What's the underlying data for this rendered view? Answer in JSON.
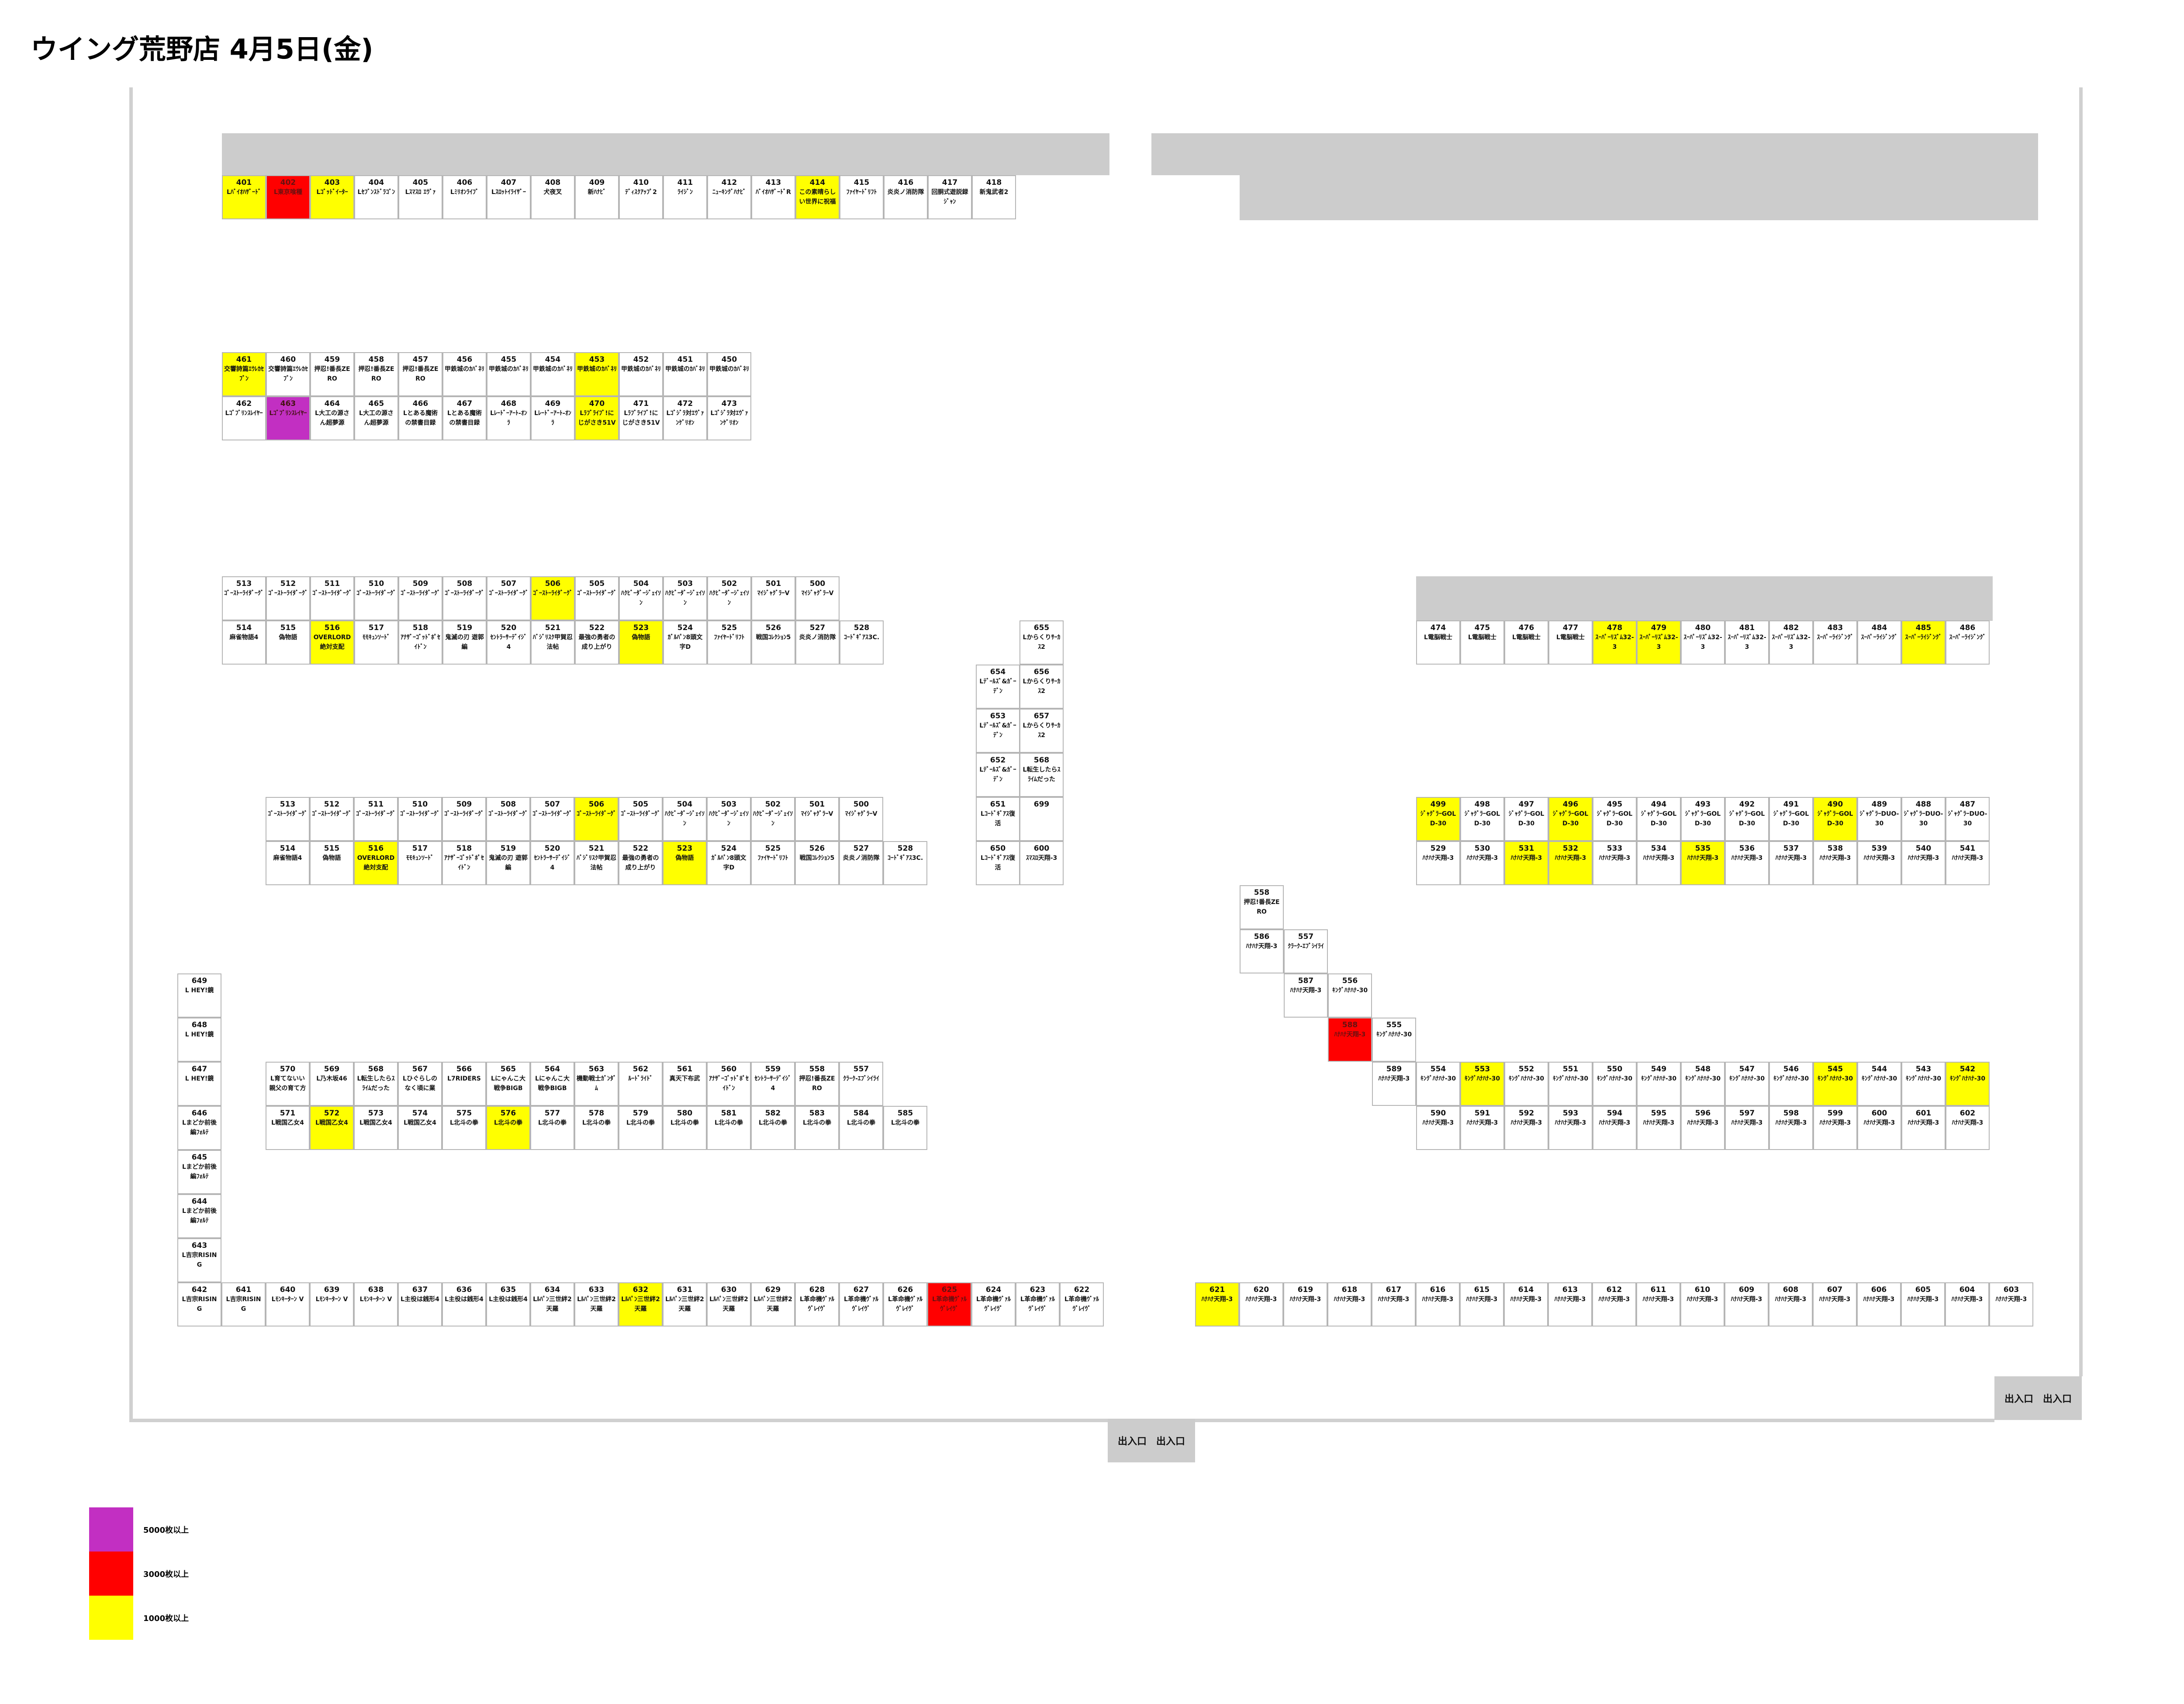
{
  "title": "ウイング荒野店 4月5日(金)",
  "exit_label": "出入口　出入口",
  "legend": [
    {
      "label": "5000枚以上",
      "color": "#c22fc2"
    },
    {
      "label": "3000枚以上",
      "color": "#ff0000"
    },
    {
      "label": "1000枚以上",
      "color": "#ffff00"
    }
  ],
  "colors": {
    "y": "#ffff00",
    "r": "#ff0000",
    "p": "#c22fc2"
  },
  "machines": [
    {
      "n": "401",
      "t": "Lﾊﾞｲｵﾊｻﾞｰﾄﾞ",
      "c": "y"
    },
    {
      "n": "402",
      "t": "L東京喰種",
      "c": "r"
    },
    {
      "n": "403",
      "t": "Lｺﾞｯﾄﾞｲｰﾀｰ",
      "c": "y"
    },
    {
      "n": "404",
      "t": "Lｾﾌﾞﾝｽﾄﾞﾗｺﾞﾝ"
    },
    {
      "n": "405",
      "t": "Lｽﾏｽﾛ ｴｳﾞｧ"
    },
    {
      "n": "406",
      "t": "Lﾐﾘｵﾝﾗｲﾌﾞ"
    },
    {
      "n": "407",
      "t": "Lｽﾛｯﾄｲﾗｲｻﾞｰ"
    },
    {
      "n": "408",
      "t": "犬夜叉"
    },
    {
      "n": "409",
      "t": "新ﾊﾅﾋﾞ"
    },
    {
      "n": "410",
      "t": "ﾃﾞｨｽｸｱｯﾌﾟ2"
    },
    {
      "n": "411",
      "t": "ﾗｲｼﾞﾝ"
    },
    {
      "n": "412",
      "t": "ﾆｭｰｷﾝｸﾞﾊﾅﾋﾞ"
    },
    {
      "n": "413",
      "t": "ﾊﾞｲｵﾊｻﾞｰﾄﾞR"
    },
    {
      "n": "414",
      "t": "この素晴らしい世界に祝福",
      "c": "y"
    },
    {
      "n": "415",
      "t": "ﾌｧｲﾔｰﾄﾞﾘﾌﾄ"
    },
    {
      "n": "416",
      "t": "炎炎ノ消防隊"
    },
    {
      "n": "417",
      "t": "回胴式遊説録ｼﾞｬﾝ"
    },
    {
      "n": "418",
      "t": "新鬼武者2"
    },
    {
      "n": "461",
      "t": "交響詩篇ｴｳﾚｶｾﾌﾞﾝ",
      "c": "y"
    },
    {
      "n": "460",
      "t": "交響詩篇ｴｳﾚｶｾﾌﾞﾝ"
    },
    {
      "n": "459",
      "t": "押忍!番長ZERO"
    },
    {
      "n": "458",
      "t": "押忍!番長ZERO"
    },
    {
      "n": "457",
      "t": "押忍!番長ZERO"
    },
    {
      "n": "456",
      "t": "甲鉄城のｶﾊﾞﾈﾘ"
    },
    {
      "n": "455",
      "t": "甲鉄城のｶﾊﾞﾈﾘ"
    },
    {
      "n": "454",
      "t": "甲鉄城のｶﾊﾞﾈﾘ"
    },
    {
      "n": "453",
      "t": "甲鉄城のｶﾊﾞﾈﾘ",
      "c": "y"
    },
    {
      "n": "452",
      "t": "甲鉄城のｶﾊﾞﾈﾘ"
    },
    {
      "n": "451",
      "t": "甲鉄城のｶﾊﾞﾈﾘ"
    },
    {
      "n": "450",
      "t": "甲鉄城のｶﾊﾞﾈﾘ"
    },
    {
      "n": "462",
      "t": "Lｺﾞﾌﾞﾘﾝｽﾚｲﾔｰ"
    },
    {
      "n": "463",
      "t": "Lｺﾞﾌﾞﾘﾝｽﾚｲﾔｰ",
      "c": "p"
    },
    {
      "n": "464",
      "t": "L大工の源さん超夢源"
    },
    {
      "n": "465",
      "t": "L大工の源さん超夢源"
    },
    {
      "n": "466",
      "t": "Lとある魔術の禁書目録"
    },
    {
      "n": "467",
      "t": "Lとある魔術の禁書目録"
    },
    {
      "n": "468",
      "t": "Lﾚｰﾄﾞｰｱｰﾄ-ｵﾝﾗ"
    },
    {
      "n": "469",
      "t": "Lﾚｰﾄﾞｰｱｰﾄ-ｵﾝﾗ"
    },
    {
      "n": "470",
      "t": "Lﾗﾌﾞﾗｲﾌﾞ!にじがさき51V",
      "c": "y"
    },
    {
      "n": "471",
      "t": "Lﾗﾌﾞﾗｲﾌﾞ!にじがさき51V"
    },
    {
      "n": "472",
      "t": "Lｺﾞｼﾞﾗ対ｴｳﾞｧﾝｹﾞﾘｵﾝ"
    },
    {
      "n": "473",
      "t": "Lｺﾞｼﾞﾗ対ｴｳﾞｧﾝｹﾞﾘｵﾝ"
    },
    {
      "n": "513",
      "t": "ｺﾞｰｽﾄｰﾗｲﾀﾞｰｸﾞ"
    },
    {
      "n": "512",
      "t": "ｺﾞｰｽﾄｰﾗｲﾀﾞｰｸﾞ"
    },
    {
      "n": "511",
      "t": "ｺﾞｰｽﾄｰﾗｲﾀﾞｰｸﾞ"
    },
    {
      "n": "510",
      "t": "ｺﾞｰｽﾄｰﾗｲﾀﾞｰｸﾞ"
    },
    {
      "n": "509",
      "t": "ｺﾞｰｽﾄｰﾗｲﾀﾞｰｸﾞ"
    },
    {
      "n": "508",
      "t": "ｺﾞｰｽﾄｰﾗｲﾀﾞｰｸﾞ"
    },
    {
      "n": "507",
      "t": "ｺﾞｰｽﾄｰﾗｲﾀﾞｰｸﾞ"
    },
    {
      "n": "506",
      "t": "ｺﾞｰｽﾄｰﾗｲﾀﾞｰｸﾞ",
      "c": "y"
    },
    {
      "n": "505",
      "t": "ｺﾞｰｽﾄｰﾗｲﾀﾞｰｸﾞ"
    },
    {
      "n": "504",
      "t": "ﾊｸﾋﾞｰﾀﾞｰｼﾞｪｲｿﾝ"
    },
    {
      "n": "503",
      "t": "ﾊｸﾋﾞｰﾀﾞｰｼﾞｪｲｿﾝ"
    },
    {
      "n": "502",
      "t": "ﾊｸﾋﾞｰﾀﾞｰｼﾞｪｲｿﾝ"
    },
    {
      "n": "501",
      "t": "ﾏｲｼﾞｬｸﾞﾗｰV"
    },
    {
      "n": "500",
      "t": "ﾏｲｼﾞｬｸﾞﾗｰV"
    },
    {
      "n": "514",
      "t": "麻雀物語4"
    },
    {
      "n": "515",
      "t": "偽物語"
    },
    {
      "n": "516",
      "t": "OVERLORD絶対支配",
      "c": "y"
    },
    {
      "n": "517",
      "t": "ﾓﾓｷｭﾝｿｰﾄﾞ"
    },
    {
      "n": "518",
      "t": "ｱﾅｻﾞｰｺﾞｯﾄﾞﾎﾟｾｲﾄﾞﾝ"
    },
    {
      "n": "519",
      "t": "鬼滅の刃 遊郭編"
    },
    {
      "n": "520",
      "t": "ｾﾝﾄﾗｰｻｰﾃﾞｲｼﾞ4"
    },
    {
      "n": "521",
      "t": "ﾊﾞｼﾞﾘｽｸ甲賀忍法帖"
    },
    {
      "n": "522",
      "t": "最強の勇者の成り上がり"
    },
    {
      "n": "523",
      "t": "偽物語",
      "c": "y"
    },
    {
      "n": "524",
      "t": "ｶﾞﾙﾊﾟﾝ8頭文字D"
    },
    {
      "n": "525",
      "t": "ﾌｧｲﾔｰﾄﾞﾘﾌﾄ"
    },
    {
      "n": "526",
      "t": "戦国ｺﾚｸｼｮﾝ5"
    },
    {
      "n": "527",
      "t": "炎炎ノ消防隊"
    },
    {
      "n": "528",
      "t": "ｺｰﾄﾞｷﾞｱｽ3C."
    },
    {
      "n": "655",
      "t": "Lからくりｻｰｶｽ2"
    },
    {
      "n": "654",
      "t": "Lﾃﾞｰﾙｽﾞ&ｶﾞｰﾃﾞﾝ"
    },
    {
      "n": "656",
      "t": "Lからくりｻｰｶｽ2"
    },
    {
      "n": "653",
      "t": "Lﾃﾞｰﾙｽﾞ&ｶﾞｰﾃﾞﾝ"
    },
    {
      "n": "657",
      "t": "Lからくりｻｰｶｽ2"
    },
    {
      "n": "652",
      "t": "Lﾃﾞｰﾙｽﾞ&ｶﾞｰﾃﾞﾝ"
    },
    {
      "n": "568",
      "t": "L転生したらｽﾗｲﾑだった"
    },
    {
      "n": "651",
      "t": "Lｺｰﾄﾞｷﾞｱｽ復活"
    },
    {
      "n": "699",
      "t": ""
    },
    {
      "n": "650",
      "t": "Lｺｰﾄﾞｷﾞｱｽ復活"
    },
    {
      "n": "600",
      "t": "ｽﾏｽﾛ天翔-3"
    },
    {
      "n": "474",
      "t": "L電脳戦士"
    },
    {
      "n": "475",
      "t": "L電脳戦士"
    },
    {
      "n": "476",
      "t": "L電脳戦士"
    },
    {
      "n": "477",
      "t": "L電脳戦士"
    },
    {
      "n": "478",
      "t": "ｽｰﾊﾟｰﾘｽﾞﾑ32-3",
      "c": "y"
    },
    {
      "n": "479",
      "t": "ｽｰﾊﾟｰﾘｽﾞﾑ32-3",
      "c": "y"
    },
    {
      "n": "480",
      "t": "ｽｰﾊﾟｰﾘｽﾞﾑ32-3"
    },
    {
      "n": "481",
      "t": "ｽｰﾊﾟｰﾘｽﾞﾑ32-3"
    },
    {
      "n": "482",
      "t": "ｽｰﾊﾟｰﾘｽﾞﾑ32-3"
    },
    {
      "n": "483",
      "t": "ｽｰﾊﾟｰﾗｲｼﾞﾝｸﾞ"
    },
    {
      "n": "484",
      "t": "ｽｰﾊﾟｰﾗｲｼﾞﾝｸﾞ"
    },
    {
      "n": "485",
      "t": "ｽｰﾊﾟｰﾗｲｼﾞﾝｸﾞ",
      "c": "y"
    },
    {
      "n": "486",
      "t": "ｽｰﾊﾟｰﾗｲｼﾞﾝｸﾞ"
    },
    {
      "n": "499",
      "t": "ｼﾞｬｸﾞﾗｰGOLD-30",
      "c": "y"
    },
    {
      "n": "498",
      "t": "ｼﾞｬｸﾞﾗｰGOLD-30"
    },
    {
      "n": "497",
      "t": "ｼﾞｬｸﾞﾗｰGOLD-30"
    },
    {
      "n": "496",
      "t": "ｼﾞｬｸﾞﾗｰGOLD-30",
      "c": "y"
    },
    {
      "n": "495",
      "t": "ｼﾞｬｸﾞﾗｰGOLD-30"
    },
    {
      "n": "494",
      "t": "ｼﾞｬｸﾞﾗｰGOLD-30"
    },
    {
      "n": "493",
      "t": "ｼﾞｬｸﾞﾗｰGOLD-30"
    },
    {
      "n": "492",
      "t": "ｼﾞｬｸﾞﾗｰGOLD-30"
    },
    {
      "n": "491",
      "t": "ｼﾞｬｸﾞﾗｰGOLD-30"
    },
    {
      "n": "490",
      "t": "ｼﾞｬｸﾞﾗｰGOLD-30",
      "c": "y"
    },
    {
      "n": "489",
      "t": "ｼﾞｬｸﾞﾗｰDUO-30"
    },
    {
      "n": "488",
      "t": "ｼﾞｬｸﾞﾗｰDUO-30"
    },
    {
      "n": "487",
      "t": "ｼﾞｬｸﾞﾗｰDUO-30"
    },
    {
      "n": "529",
      "t": "ﾊﾅﾊﾅ天翔-3"
    },
    {
      "n": "530",
      "t": "ﾊﾅﾊﾅ天翔-3"
    },
    {
      "n": "531",
      "t": "ﾊﾅﾊﾅ天翔-3",
      "c": "y"
    },
    {
      "n": "532",
      "t": "ﾊﾅﾊﾅ天翔-3",
      "c": "y"
    },
    {
      "n": "533",
      "t": "ﾊﾅﾊﾅ天翔-3"
    },
    {
      "n": "534",
      "t": "ﾊﾅﾊﾅ天翔-3"
    },
    {
      "n": "535",
      "t": "ﾊﾅﾊﾅ天翔-3",
      "c": "y"
    },
    {
      "n": "536",
      "t": "ﾊﾅﾊﾅ天翔-3"
    },
    {
      "n": "537",
      "t": "ﾊﾅﾊﾅ天翔-3"
    },
    {
      "n": "538",
      "t": "ﾊﾅﾊﾅ天翔-3"
    },
    {
      "n": "539",
      "t": "ﾊﾅﾊﾅ天翔-3"
    },
    {
      "n": "540",
      "t": "ﾊﾅﾊﾅ天翔-3"
    },
    {
      "n": "541",
      "t": "ﾊﾅﾊﾅ天翔-3"
    },
    {
      "n": "558",
      "t": "押忍!番長ZERO"
    },
    {
      "n": "586",
      "t": "ﾊﾅﾊﾅ天翔-3"
    },
    {
      "n": "557",
      "t": "ｸﾗｰｸ-ｴﾌﾞｼｲﾗｲ"
    },
    {
      "n": "587",
      "t": "ﾊﾅﾊﾅ天翔-3"
    },
    {
      "n": "556",
      "t": "ｷﾝｸﾞﾊﾅﾊﾅ-30"
    },
    {
      "n": "588",
      "t": "ﾊﾅﾊﾅ天翔-3",
      "c": "r"
    },
    {
      "n": "555",
      "t": "ｷﾝｸﾞﾊﾅﾊﾅ-30"
    },
    {
      "n": "589",
      "t": "ﾊﾅﾊﾅ天翔-3"
    },
    {
      "n": "554",
      "t": "ｷﾝｸﾞﾊﾅﾊﾅ-30"
    },
    {
      "n": "553",
      "t": "ｷﾝｸﾞﾊﾅﾊﾅ-30",
      "c": "y"
    },
    {
      "n": "552",
      "t": "ｷﾝｸﾞﾊﾅﾊﾅ-30"
    },
    {
      "n": "551",
      "t": "ｷﾝｸﾞﾊﾅﾊﾅ-30"
    },
    {
      "n": "550",
      "t": "ｷﾝｸﾞﾊﾅﾊﾅ-30"
    },
    {
      "n": "549",
      "t": "ｷﾝｸﾞﾊﾅﾊﾅ-30"
    },
    {
      "n": "548",
      "t": "ｷﾝｸﾞﾊﾅﾊﾅ-30"
    },
    {
      "n": "547",
      "t": "ｷﾝｸﾞﾊﾅﾊﾅ-30"
    },
    {
      "n": "546",
      "t": "ｷﾝｸﾞﾊﾅﾊﾅ-30"
    },
    {
      "n": "545",
      "t": "ｷﾝｸﾞﾊﾅﾊﾅ-30",
      "c": "y"
    },
    {
      "n": "544",
      "t": "ｷﾝｸﾞﾊﾅﾊﾅ-30"
    },
    {
      "n": "543",
      "t": "ｷﾝｸﾞﾊﾅﾊﾅ-30"
    },
    {
      "n": "542",
      "t": "ｷﾝｸﾞﾊﾅﾊﾅ-30",
      "c": "y"
    },
    {
      "n": "590",
      "t": "ﾊﾅﾊﾅ天翔-3"
    },
    {
      "n": "591",
      "t": "ﾊﾅﾊﾅ天翔-3"
    },
    {
      "n": "592",
      "t": "ﾊﾅﾊﾅ天翔-3"
    },
    {
      "n": "593",
      "t": "ﾊﾅﾊﾅ天翔-3"
    },
    {
      "n": "594",
      "t": "ﾊﾅﾊﾅ天翔-3"
    },
    {
      "n": "595",
      "t": "ﾊﾅﾊﾅ天翔-3"
    },
    {
      "n": "596",
      "t": "ﾊﾅﾊﾅ天翔-3"
    },
    {
      "n": "597",
      "t": "ﾊﾅﾊﾅ天翔-3"
    },
    {
      "n": "598",
      "t": "ﾊﾅﾊﾅ天翔-3"
    },
    {
      "n": "599",
      "t": "ﾊﾅﾊﾅ天翔-3"
    },
    {
      "n": "600b",
      "t": "ﾊﾅﾊﾅ天翔-3",
      "d": "600"
    },
    {
      "n": "601",
      "t": "ﾊﾅﾊﾅ天翔-3"
    },
    {
      "n": "602",
      "t": "ﾊﾅﾊﾅ天翔-3"
    },
    {
      "n": "649",
      "t": "L HEY!鏡"
    },
    {
      "n": "648",
      "t": "L HEY!鏡"
    },
    {
      "n": "647",
      "t": "L HEY!鏡"
    },
    {
      "n": "646",
      "t": "Lまどか前後編ﾌｫﾙﾃ"
    },
    {
      "n": "645",
      "t": "Lまどか前後編ﾌｫﾙﾃ"
    },
    {
      "n": "644",
      "t": "Lまどか前後編ﾌｫﾙﾃ"
    },
    {
      "n": "643",
      "t": "L吉宗RISING"
    },
    {
      "n": "570",
      "t": "L育てないい親父の育て方"
    },
    {
      "n": "569",
      "t": "L乃木坂46"
    },
    {
      "n": "568b",
      "t": "L転生したらｽﾗｲﾑだった",
      "d": "568"
    },
    {
      "n": "567",
      "t": "Lひぐらしのなく頃に業"
    },
    {
      "n": "566",
      "t": "L7RIDERS"
    },
    {
      "n": "565",
      "t": "Lにゃんこ大戦争BIGB"
    },
    {
      "n": "564",
      "t": "Lにゃんこ大戦争BIGB"
    },
    {
      "n": "563",
      "t": "機動戦士ｶﾞﾝﾀﾞﾑ"
    },
    {
      "n": "562",
      "t": "ﾙｰﾄﾞﾗｲﾄﾞ"
    },
    {
      "n": "561",
      "t": "真天下布武"
    },
    {
      "n": "560",
      "t": "ｱﾅｻﾞｰｺﾞｯﾄﾞﾎﾟｾｲﾄﾞﾝ"
    },
    {
      "n": "559",
      "t": "ｾﾝﾄﾗｰｻｰﾃﾞｲｼﾞ4"
    },
    {
      "n": "558b",
      "t": "押忍!番長ZERO",
      "d": "558"
    },
    {
      "n": "557b",
      "t": "ｸﾗｰｸ-ｴﾌﾞｼｲﾗｲ",
      "d": "557"
    },
    {
      "n": "571",
      "t": "L戦国乙女4"
    },
    {
      "n": "572",
      "t": "L戦国乙女4",
      "c": "y"
    },
    {
      "n": "573",
      "t": "L戦国乙女4"
    },
    {
      "n": "574",
      "t": "L戦国乙女4"
    },
    {
      "n": "575",
      "t": "L北斗の拳"
    },
    {
      "n": "576",
      "t": "L北斗の拳",
      "c": "y"
    },
    {
      "n": "577",
      "t": "L北斗の拳"
    },
    {
      "n": "578",
      "t": "L北斗の拳"
    },
    {
      "n": "579",
      "t": "L北斗の拳"
    },
    {
      "n": "580",
      "t": "L北斗の拳"
    },
    {
      "n": "581",
      "t": "L北斗の拳"
    },
    {
      "n": "582",
      "t": "L北斗の拳"
    },
    {
      "n": "583",
      "t": "L北斗の拳"
    },
    {
      "n": "584",
      "t": "L北斗の拳"
    },
    {
      "n": "585",
      "t": "L北斗の拳"
    },
    {
      "n": "642",
      "t": "L吉宗RISING"
    },
    {
      "n": "641",
      "t": "L吉宗RISING"
    },
    {
      "n": "640",
      "t": "Lﾓﾝｷｰﾀｰﾝ V"
    },
    {
      "n": "639",
      "t": "Lﾓﾝｷｰﾀｰﾝ V"
    },
    {
      "n": "638",
      "t": "Lﾓﾝｷｰﾀｰﾝ V"
    },
    {
      "n": "637",
      "t": "L主役は銭形4"
    },
    {
      "n": "636",
      "t": "L主役は銭形4"
    },
    {
      "n": "635",
      "t": "L主役は銭形4"
    },
    {
      "n": "634",
      "t": "Lﾙﾊﾟﾝ三世絆2天羅"
    },
    {
      "n": "633",
      "t": "Lﾙﾊﾟﾝ三世絆2天羅"
    },
    {
      "n": "632",
      "t": "Lﾙﾊﾟﾝ三世絆2天羅",
      "c": "y"
    },
    {
      "n": "631",
      "t": "Lﾙﾊﾟﾝ三世絆2天羅"
    },
    {
      "n": "630",
      "t": "Lﾙﾊﾟﾝ三世絆2天羅"
    },
    {
      "n": "629",
      "t": "Lﾙﾊﾟﾝ三世絆2天羅"
    },
    {
      "n": "628",
      "t": "L革命機ｳﾞｧﾙｳﾞﾚｲｳﾞ"
    },
    {
      "n": "627",
      "t": "L革命機ｳﾞｧﾙｳﾞﾚｲｳﾞ"
    },
    {
      "n": "626",
      "t": "L革命機ｳﾞｧﾙｳﾞﾚｲｳﾞ"
    },
    {
      "n": "625",
      "t": "L革命機ｳﾞｧﾙｳﾞﾚｲｳﾞ",
      "c": "r"
    },
    {
      "n": "624",
      "t": "L革命機ｳﾞｧﾙｳﾞﾚｲｳﾞ"
    },
    {
      "n": "623",
      "t": "L革命機ｳﾞｧﾙｳﾞﾚｲｳﾞ"
    },
    {
      "n": "622",
      "t": "L革命機ｳﾞｧﾙｳﾞﾚｲｳﾞ"
    },
    {
      "n": "621",
      "t": "ﾊﾅﾊﾅ天翔-3",
      "c": "y"
    },
    {
      "n": "620",
      "t": "ﾊﾅﾊﾅ天翔-3"
    },
    {
      "n": "619",
      "t": "ﾊﾅﾊﾅ天翔-3"
    },
    {
      "n": "618",
      "t": "ﾊﾅﾊﾅ天翔-3"
    },
    {
      "n": "617",
      "t": "ﾊﾅﾊﾅ天翔-3"
    },
    {
      "n": "616",
      "t": "ﾊﾅﾊﾅ天翔-3"
    },
    {
      "n": "615",
      "t": "ﾊﾅﾊﾅ天翔-3"
    },
    {
      "n": "614",
      "t": "ﾊﾅﾊﾅ天翔-3"
    },
    {
      "n": "613",
      "t": "ﾊﾅﾊﾅ天翔-3"
    },
    {
      "n": "612",
      "t": "ﾊﾅﾊﾅ天翔-3"
    },
    {
      "n": "611",
      "t": "ﾊﾅﾊﾅ天翔-3"
    },
    {
      "n": "610",
      "t": "ﾊﾅﾊﾅ天翔-3"
    },
    {
      "n": "609",
      "t": "ﾊﾅﾊﾅ天翔-3"
    },
    {
      "n": "608",
      "t": "ﾊﾅﾊﾅ天翔-3"
    },
    {
      "n": "607",
      "t": "ﾊﾅﾊﾅ天翔-3"
    },
    {
      "n": "606",
      "t": "ﾊﾅﾊﾅ天翔-3"
    },
    {
      "n": "605",
      "t": "ﾊﾅﾊﾅ天翔-3"
    },
    {
      "n": "604",
      "t": "ﾊﾅﾊﾅ天翔-3"
    },
    {
      "n": "603",
      "t": "ﾊﾅﾊﾅ天翔-3"
    }
  ]
}
